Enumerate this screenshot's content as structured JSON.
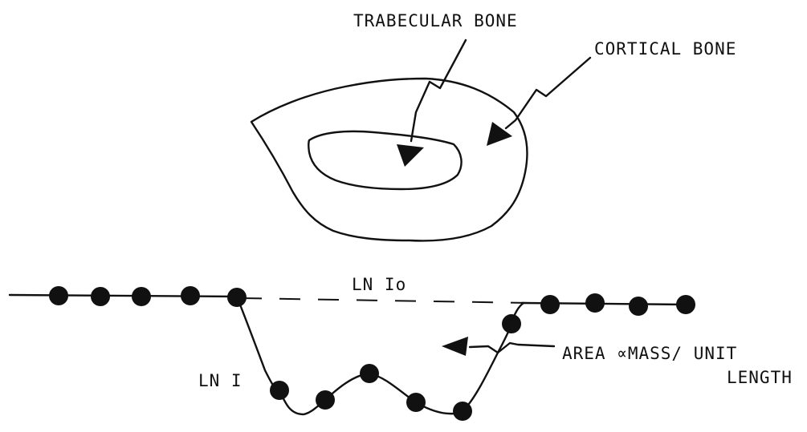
{
  "labels": {
    "trabecular_bone": "TRABECULAR BONE",
    "cortical_bone": "CORTICAL BONE",
    "ln_io": "LN Io",
    "ln_i": "LN I",
    "area_line1": "AREA ∝MASS/ UNIT",
    "area_line2": "LENGTH"
  },
  "colors": {
    "ink": "#111111",
    "background": "#ffffff"
  }
}
